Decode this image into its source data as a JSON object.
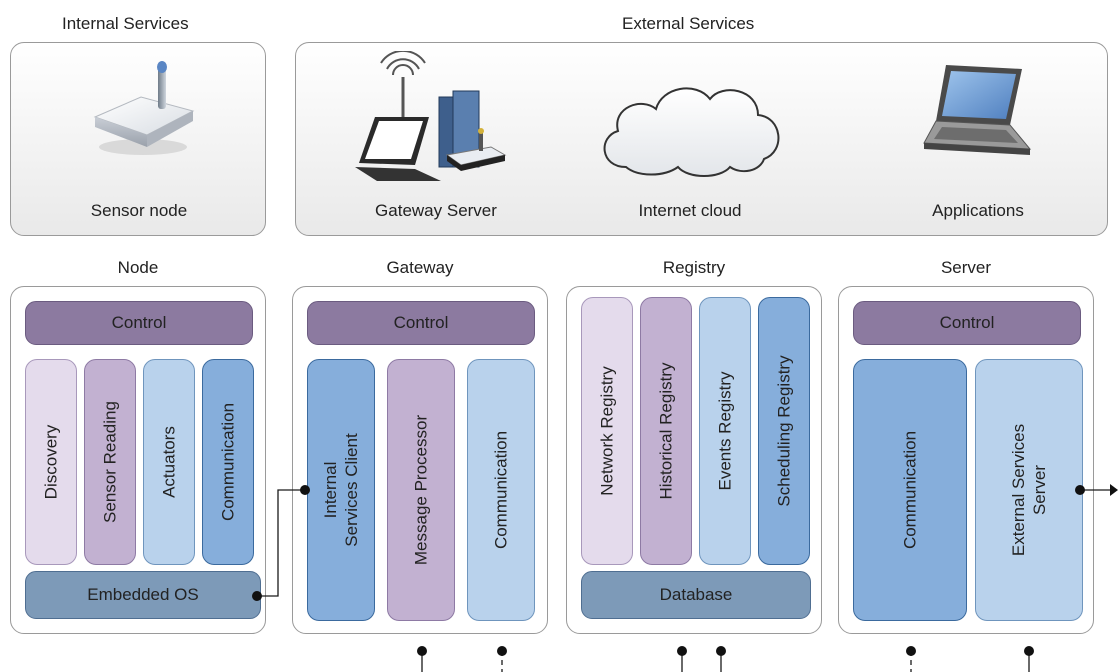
{
  "headings": {
    "internal_services": "Internal Services",
    "external_services": "External Services",
    "node": "Node",
    "gateway": "Gateway",
    "registry": "Registry",
    "server": "Server"
  },
  "services": {
    "sensor_node": "Sensor node",
    "gateway_server": "Gateway Server",
    "internet_cloud": "Internet cloud",
    "applications": "Applications"
  },
  "node": {
    "control": "Control",
    "modules": [
      "Discovery",
      "Sensor Reading",
      "Actuators",
      "Communication"
    ],
    "embedded_os": "Embedded OS"
  },
  "gateway": {
    "control": "Control",
    "modules": [
      "Internal\nServices Client",
      "Message Processor",
      "Communication"
    ]
  },
  "registry": {
    "modules": [
      "Network Registry",
      "Historical Registry",
      "Events Registry",
      "Scheduling Registry"
    ],
    "database": "Database"
  },
  "server": {
    "control": "Control",
    "modules": [
      "Communication",
      "External Services\nServer"
    ]
  },
  "icons": [
    "sensor-node-icon",
    "gateway-server-icon",
    "internet-cloud-icon",
    "laptop-icon"
  ]
}
